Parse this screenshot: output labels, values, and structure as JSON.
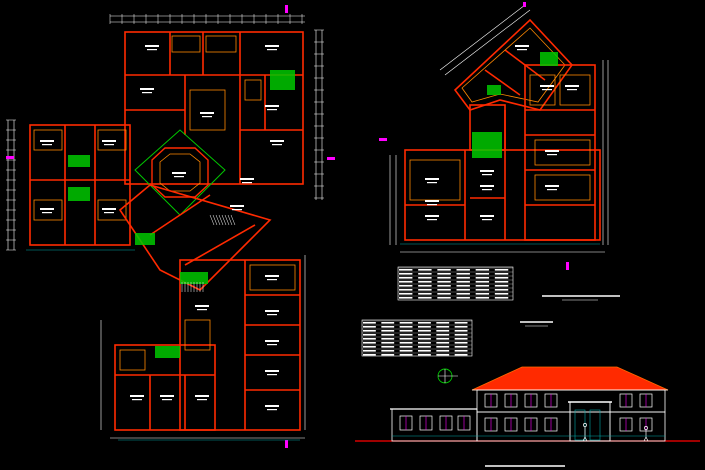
{
  "drawing": {
    "background_color": "#000000",
    "palette": {
      "wall": "#ff2a00",
      "wall_orange": "#ff6a00",
      "dimension": "#ffffff",
      "gridline": "#00a8a8",
      "axis_marker": "#ff00ff",
      "hatch_green": "#00c800",
      "roof": "#ff2a00",
      "window": "#ffffff",
      "window_accent": "#ff00ff",
      "table_text": "#ffffff",
      "ground": "#ff0000"
    },
    "views": [
      {
        "id": "plan-ground",
        "kind": "floor-plan"
      },
      {
        "id": "plan-upper",
        "kind": "floor-plan"
      },
      {
        "id": "schedule-a",
        "kind": "table"
      },
      {
        "id": "schedule-b",
        "kind": "table"
      },
      {
        "id": "elevation-front",
        "kind": "elevation"
      },
      {
        "id": "north-arrow",
        "kind": "symbol"
      }
    ]
  }
}
